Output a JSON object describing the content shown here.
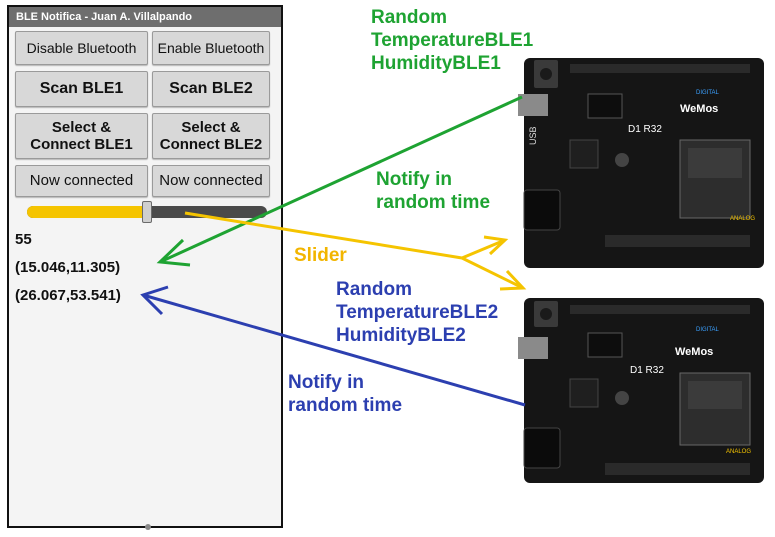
{
  "app": {
    "title": "BLE Notifica - Juan A. Villalpando"
  },
  "buttons": {
    "disable_bt": "Disable Bluetooth",
    "enable_bt": "Enable Bluetooth",
    "scan1": "Scan BLE1",
    "scan2": "Scan BLE2",
    "connect1": "Select &\nConnect BLE1",
    "connect2": "Select &\nConnect BLE2",
    "status1": "Now connected",
    "status2": "Now connected"
  },
  "slider": {
    "value_fraction": 0.5
  },
  "readouts": {
    "slider_value": "55",
    "ble1": "(15.046,11.305)",
    "ble2": "(26.067,53.541)"
  },
  "annotations": {
    "ble1_random": [
      "Random",
      "TemperatureBLE1",
      "HumidityBLE1"
    ],
    "ble1_notify": [
      "Notify in",
      "random time"
    ],
    "slider": "Slider",
    "ble2_random": [
      "Random",
      "TemperatureBLE2",
      "HumidityBLE2"
    ],
    "ble2_notify": [
      "Notify in",
      "random time"
    ]
  },
  "boards": {
    "brand": "WeMos",
    "model": "D1 R32",
    "usb_label": "USB",
    "digital_label": "DIGITAL",
    "analog_label": "ANALOG"
  },
  "colors": {
    "green": "#1ea332",
    "blue": "#2c3fb0",
    "yellow": "#f2b500",
    "board": "#151515"
  }
}
